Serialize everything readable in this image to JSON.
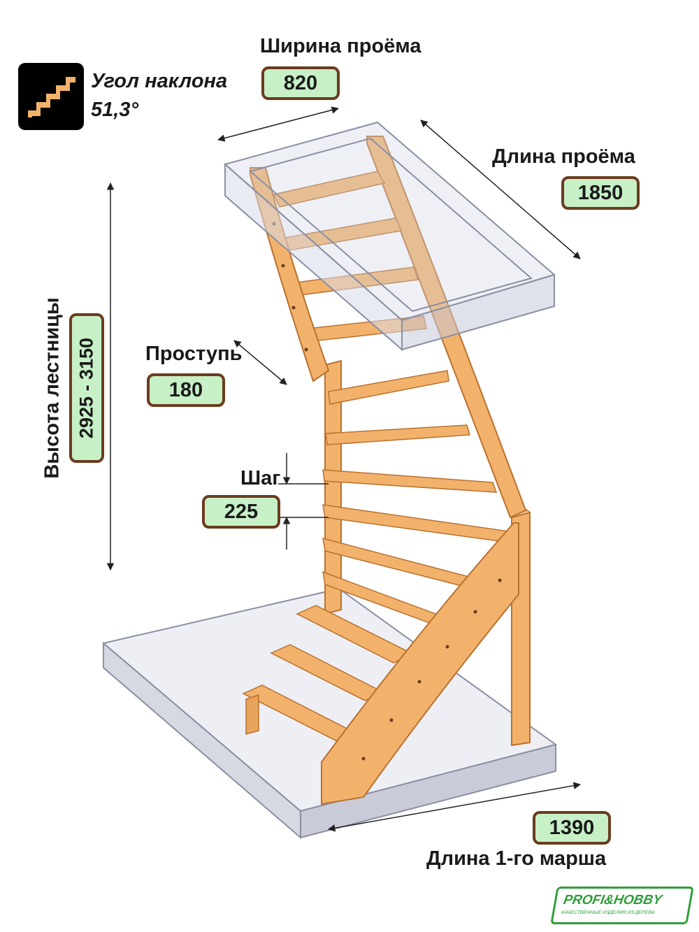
{
  "angle": {
    "label": "Угол наклона",
    "value": "51,3°"
  },
  "opening_width": {
    "label": "Ширина проёма",
    "value": "820"
  },
  "opening_length": {
    "label": "Длина проёма",
    "value": "1850"
  },
  "tread": {
    "label": "Проступь",
    "value": "180"
  },
  "step": {
    "label": "Шаг",
    "value": "225"
  },
  "stair_height": {
    "label": "Высота лестницы",
    "value": "2925 - 3150"
  },
  "first_flight": {
    "label": "Длина 1-го марша",
    "value": "1390"
  },
  "logo": {
    "name": "PROFI&HOBBY",
    "slogan": "КАЧЕСТВЕННЫЕ ИЗДЕЛИЯ ИЗ ДЕРЕВА"
  },
  "colors": {
    "wood": "#f3b26b",
    "wood_dark": "#d9893f",
    "wood_edge": "#b8712f",
    "glass": "#dfe1ea",
    "badge_fill": "#c7f0c7",
    "badge_border": "#6b3b1e",
    "logo_green": "#2f9e3a"
  }
}
